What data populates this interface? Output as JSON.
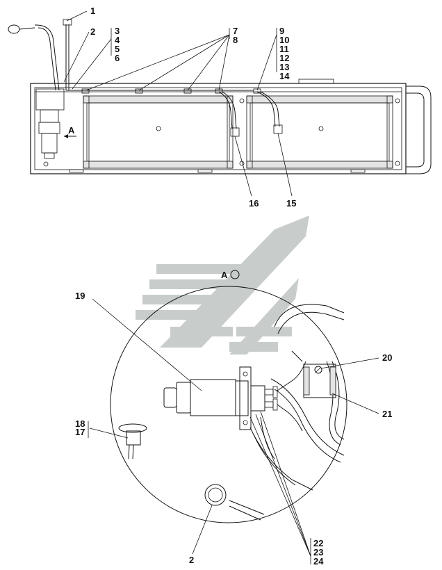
{
  "callouts": {
    "c1": "1",
    "c2": "2",
    "c3": "3",
    "c4": "4",
    "c5": "5",
    "c6": "6",
    "c7": "7",
    "c8": "8",
    "c9": "9",
    "c10": "10",
    "c11": "11",
    "c12": "12",
    "c13": "13",
    "c14": "14",
    "c15": "15",
    "c16": "16",
    "c17": "17",
    "c18": "18",
    "c19": "19",
    "c20": "20",
    "c21": "21",
    "c2b": "2",
    "c22": "22",
    "c23": "23",
    "c24": "24"
  },
  "views": {
    "view_arrow_label": "A",
    "detail_view_label": "A"
  }
}
